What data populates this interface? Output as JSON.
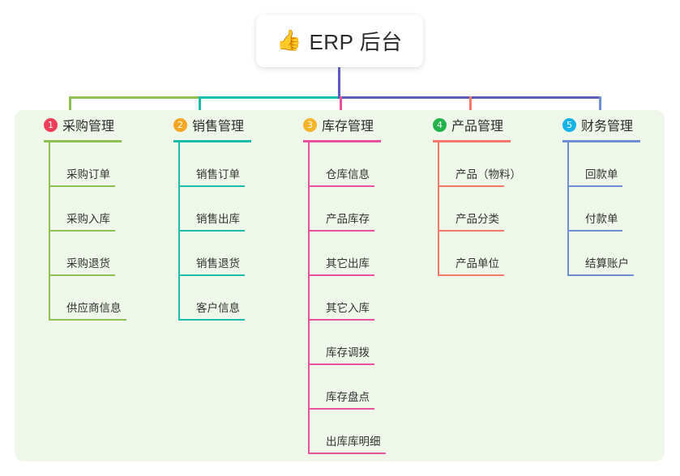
{
  "root": {
    "icon": "thumbs-up-icon",
    "icon_glyph": "👍",
    "title": "ERP 后台"
  },
  "theme": {
    "panel_background": "#eef7e9",
    "page_background": "#ffffff",
    "root_connector_color": "#5b5bc0",
    "text_color": "#2b2b2b",
    "leaf_text_color": "#333333"
  },
  "columns": [
    {
      "number": "1",
      "title": "采购管理",
      "badge_color": "#ef3e5c",
      "line_color": "#8cc152",
      "items": [
        {
          "label": "采购订单"
        },
        {
          "label": "采购入库"
        },
        {
          "label": "采购退货"
        },
        {
          "label": "供应商信息"
        }
      ]
    },
    {
      "number": "2",
      "title": "销售管理",
      "badge_color": "#f5a councils",
      "line_color": "#1bbcaa",
      "items": [
        {
          "label": "销售订单"
        },
        {
          "label": "销售出库"
        },
        {
          "label": "销售退货"
        },
        {
          "label": "客户信息"
        }
      ]
    },
    {
      "number": "3",
      "title": "库存管理",
      "badge_color": "#f6b42a",
      "line_color": "#e8519b",
      "items": [
        {
          "label": "仓库信息"
        },
        {
          "label": "产品库存"
        },
        {
          "label": "其它出库"
        },
        {
          "label": "其它入库"
        },
        {
          "label": "库存调拨"
        },
        {
          "label": "库存盘点"
        },
        {
          "label": "出库库明细"
        }
      ]
    },
    {
      "number": "4",
      "title": "产品管理",
      "badge_color": "#21b24b",
      "line_color": "#f4796b",
      "items": [
        {
          "label": "产品（物料）"
        },
        {
          "label": "产品分类"
        },
        {
          "label": "产品单位"
        }
      ]
    },
    {
      "number": "5",
      "title": "财务管理",
      "badge_color": "#13b2e8",
      "line_color": "#6e8fd4",
      "items": [
        {
          "label": "回款单"
        },
        {
          "label": "付款单"
        },
        {
          "label": "结算账户"
        }
      ]
    }
  ]
}
